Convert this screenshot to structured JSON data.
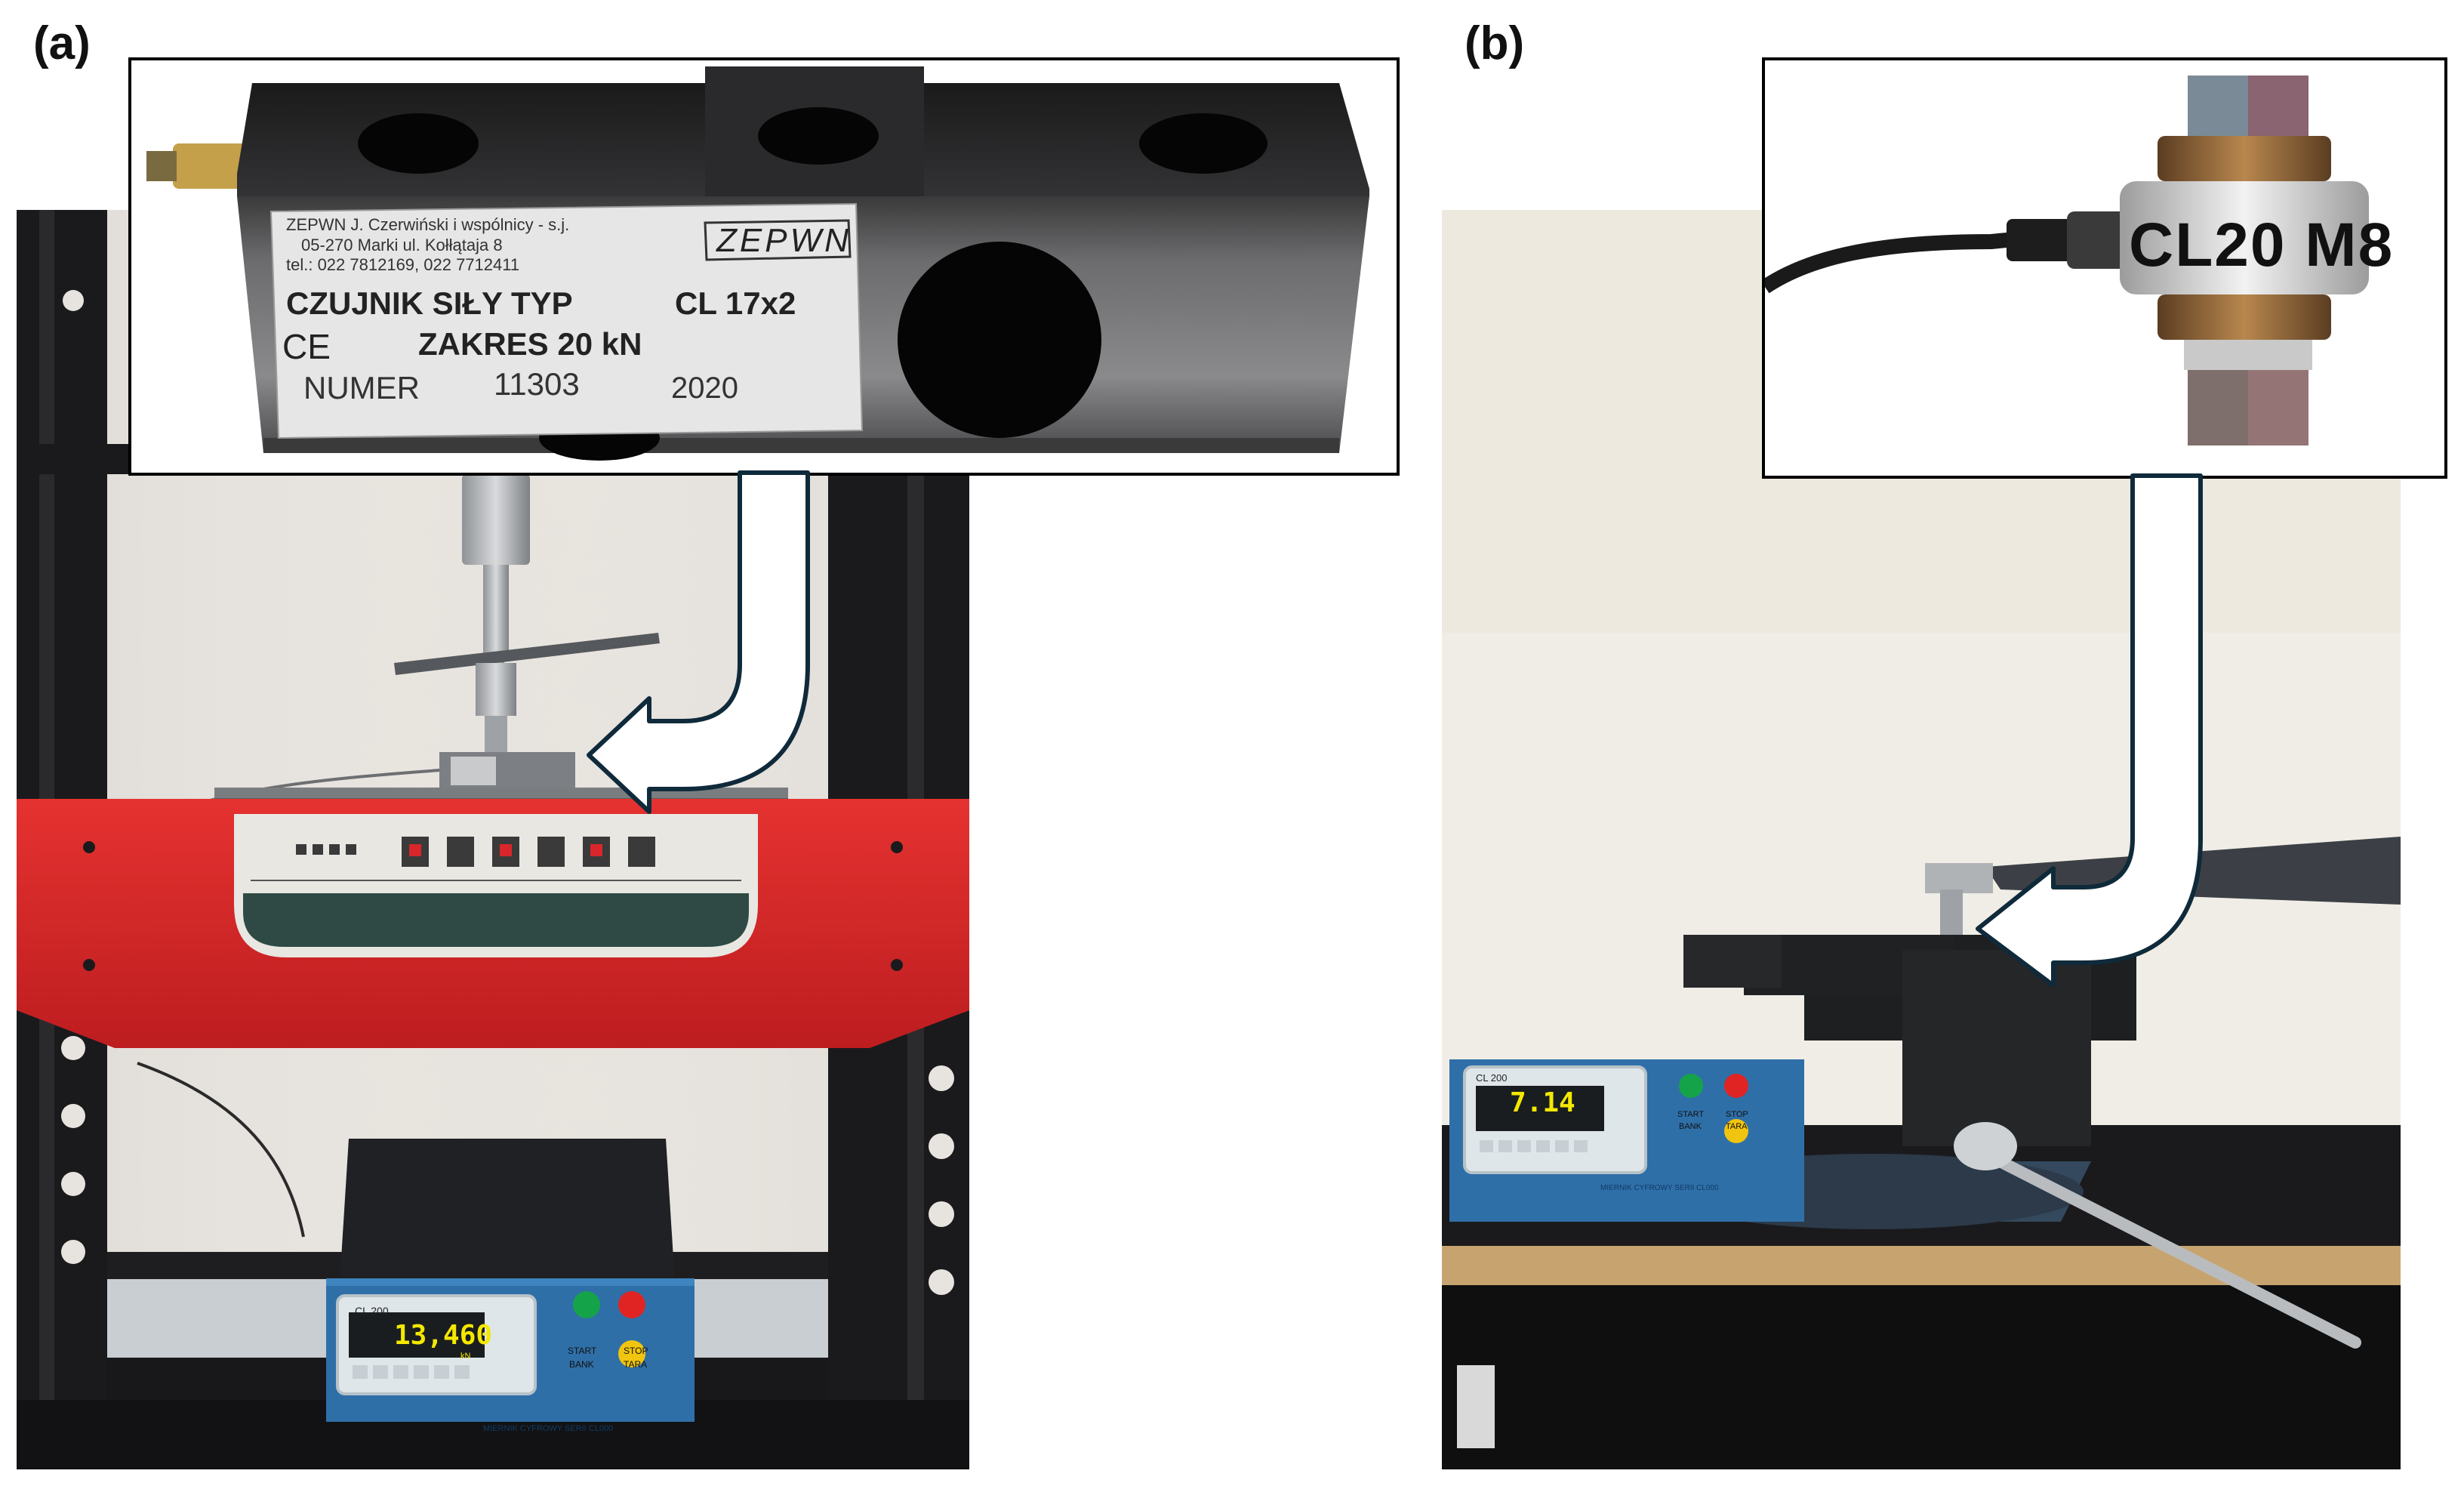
{
  "panel_a": {
    "label": "(a)",
    "inset_label": {
      "company_line1": "ZEPWN J. Czerwiński i wspólnicy - s.j.",
      "company_line2": "05-270 Marki ul. Kołłątaja 8",
      "company_line3": "tel.: 022 7812169, 022 7712411",
      "brand": "ZEPWN",
      "type_line": "CZUJNIK SIŁY TYP",
      "type_value": "CL 17x2",
      "ce_mark": "CE",
      "range_line": "ZAKRES 20 kN",
      "number_label": "NUMER",
      "number_value": "11303",
      "year": "2020"
    },
    "meter": {
      "model": "CL 200",
      "reading": "13,460",
      "unit": "kN",
      "start_label": "START",
      "bank_label": "BANK",
      "stop_label": "STOP",
      "tara_label": "TARA",
      "footer": "MIERNIK CYFROWY SERII CL000"
    }
  },
  "panel_b": {
    "label": "(b)",
    "inset_sensor_label": "CL20 M8",
    "meter": {
      "model": "CL 200",
      "reading": "7.14",
      "start_label": "START",
      "bank_label": "BANK",
      "stop_label": "STOP",
      "tara_label": "TARA",
      "footer": "MIERNIK CYFROWY SERII CL000"
    }
  },
  "colors": {
    "press_red": "#d8262a",
    "press_frame": "#1c1c1e",
    "wall_a": "#e9e5e0",
    "wall_b": "#f0ece4",
    "meter_blue": "#2f6fa8",
    "lcd_yellow": "#f3e800",
    "arrow_outline": "#0f2a3a"
  }
}
